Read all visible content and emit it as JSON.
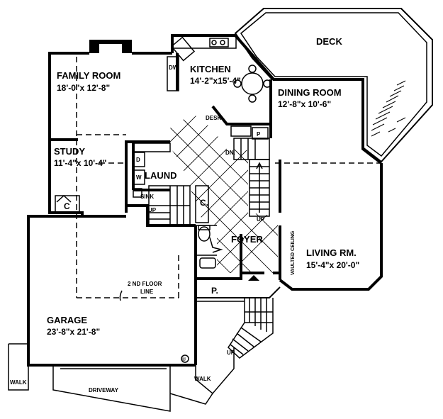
{
  "labels": {
    "deck": "DECK",
    "family_room": "FAMILY ROOM",
    "family_room_dim": "18'-0\"x 12'-8\"",
    "kitchen": "KITCHEN",
    "kitchen_dim": "14'-2\"x15'-4\"",
    "dw": "DW",
    "dining_room": "DINING ROOM",
    "dining_room_dim": "12'-8\"x 10'-6\"",
    "desk": "DESK",
    "p_pantry": "P",
    "dn": "DN.",
    "study": "STUDY",
    "study_dim": "11'-4\"x 10'-4\"",
    "laund": "LAUND",
    "d": "D",
    "w": "W",
    "sink": "SINK",
    "up_laundry": "UP",
    "closet_study": "C",
    "closet_hall": "C.",
    "up_stair": "UP",
    "foyer": "FOYER",
    "vaulted_ceiling": "VAULTED CEILING",
    "living_room": "LIVING RM.",
    "living_room_dim": "15'-4\"x 20'-0\"",
    "second_floor_line_1": "2 ND FLOOR",
    "second_floor_line_2": "LINE",
    "porch": "P.",
    "garage": "GARAGE",
    "garage_dim": "23'-8\"x 21'-8\"",
    "up_walk": "UP",
    "walk_left": "WALK",
    "walk_right": "WALK",
    "driveway": "DRIVEWAY",
    "copyright": "©"
  }
}
